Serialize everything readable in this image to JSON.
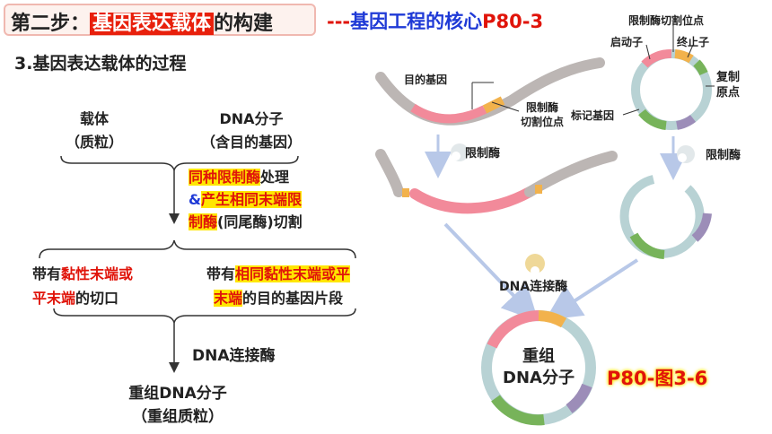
{
  "header": {
    "step": "第二步：",
    "topic": "基因表达载体",
    "suffix": "的构建",
    "dashes": "---",
    "core": "基因工程的核心",
    "page_ref": "P80-3"
  },
  "section_title": "3.基因表达载体的过程",
  "flow": {
    "carrier": "载体",
    "carrier_sub": "（质粒）",
    "dna": "DNA分子",
    "dna_sub": "（含目的基因）",
    "step1_a": "同种限制酶",
    "step1_b": "处理",
    "step1_c": "&",
    "step1_d": "产生相同末端限",
    "step1_e": "制酶",
    "step1_f": "(同尾酶)切割",
    "left_a": "带有",
    "left_b": "黏性末端或",
    "left_c": "平末端",
    "left_d": "的切口",
    "right_a": "带有",
    "right_b": "相同黏性末端或平",
    "right_c": "末端",
    "right_d": "的目的基因片段",
    "ligase": "DNA连接酶",
    "result": "重组DNA分子",
    "result_sub": "（重组质粒）"
  },
  "diagram": {
    "target_gene": "目的基因",
    "cut_site_1": "限制酶",
    "cut_site_2": "切割位点",
    "enzyme_left": "限制酶",
    "plasmid_cut_site": "限制酶切割位点",
    "promoter": "启动子",
    "terminator": "终止子",
    "origin_1": "复制",
    "origin_2": "原点",
    "marker_gene": "标记基因",
    "enzyme_right": "限制酶",
    "ligase": "DNA连接酶",
    "recomb_1": "重组",
    "recomb_2": "DNA分子",
    "figure_ref": "P80-图3-6"
  },
  "colors": {
    "accent_red": "#e0140a",
    "accent_blue": "#1f3ad6",
    "highlight_yellow": "#ffe600",
    "arrow_blue": "#b8c8e8"
  }
}
